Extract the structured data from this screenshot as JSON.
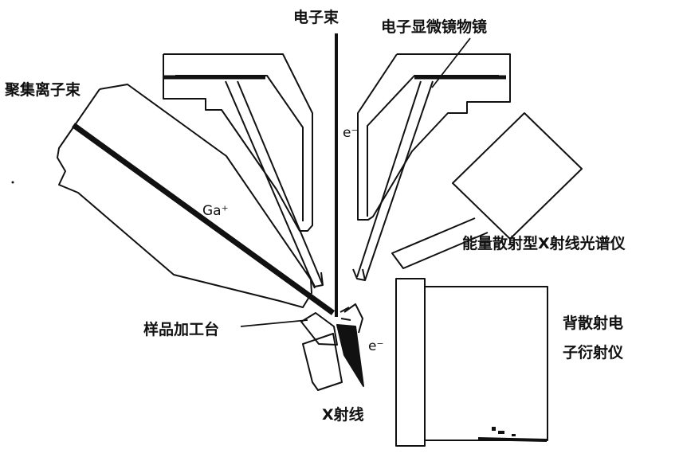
{
  "labels": {
    "electron_beam": "电子束",
    "sem_objective": "电子显微镜物镜",
    "focused_ion_beam": "聚集离子束",
    "ga_ion": "Ga⁺",
    "electron_top": "e⁻",
    "eds": "能量散射型X射线光谱仪",
    "ebsd_line1": "背散射电",
    "ebsd_line2": "子衍射仪",
    "sample_stage": "样品加工台",
    "electron_bottom": "e⁻",
    "xray": "X射线"
  },
  "colors": {
    "ink": "#111111",
    "paper": "#ffffff"
  }
}
